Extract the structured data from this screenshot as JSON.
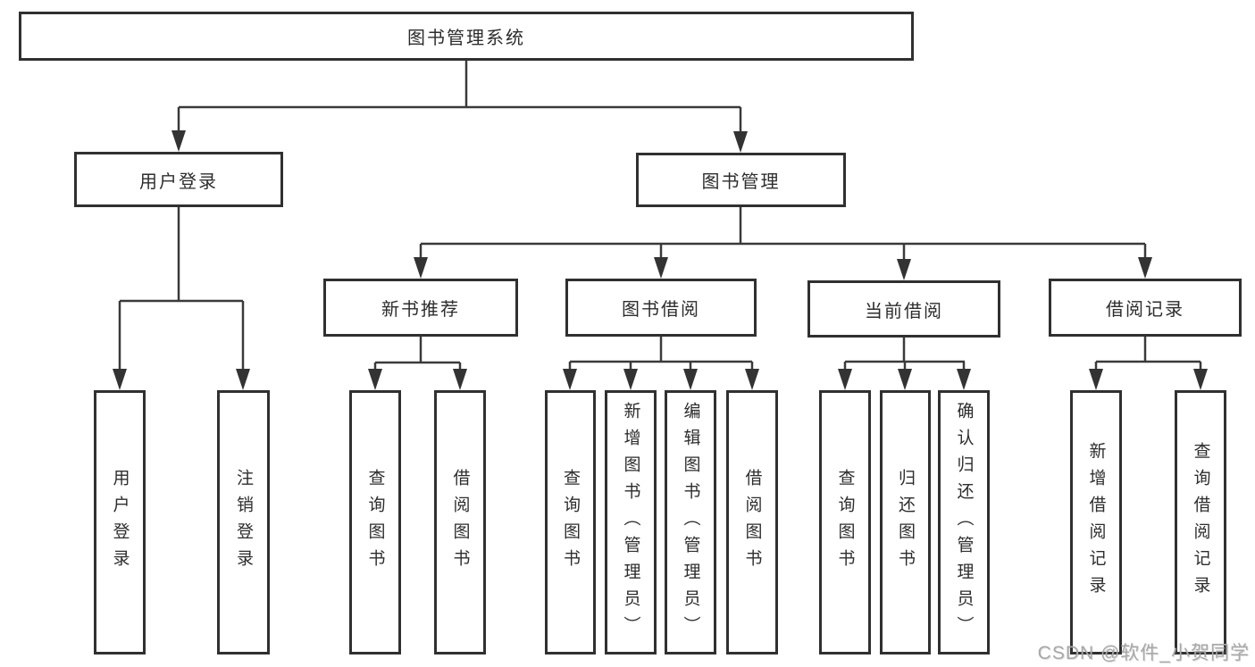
{
  "root": {
    "label": "图书管理系统"
  },
  "branches": [
    {
      "label": "用户登录",
      "children": [
        {
          "label": "用户登录"
        },
        {
          "label": "注销登录"
        }
      ]
    },
    {
      "label": "图书管理",
      "children": [
        {
          "label": "新书推荐",
          "children": [
            {
              "label": "查询图书"
            },
            {
              "label": "借阅图书"
            }
          ]
        },
        {
          "label": "图书借阅",
          "children": [
            {
              "label": "查询图书"
            },
            {
              "label": "新增图书（管理员）"
            },
            {
              "label": "编辑图书（管理员）"
            },
            {
              "label": "借阅图书"
            }
          ]
        },
        {
          "label": "当前借阅",
          "children": [
            {
              "label": "查询图书"
            },
            {
              "label": "归还图书"
            },
            {
              "label": "确认归还（管理员）"
            }
          ]
        },
        {
          "label": "借阅记录",
          "children": [
            {
              "label": "新增借阅记录"
            },
            {
              "label": "查询借阅记录"
            }
          ]
        }
      ]
    }
  ],
  "watermark": {
    "text": "CSDN @软件_小贺同学",
    "color": "#a8a8a8"
  },
  "colors": {
    "box_border": "#303030",
    "connector_line": "#3a3a3a",
    "arrowhead": "#333333",
    "text": "#2d2d2d",
    "background": "#ffffff"
  }
}
